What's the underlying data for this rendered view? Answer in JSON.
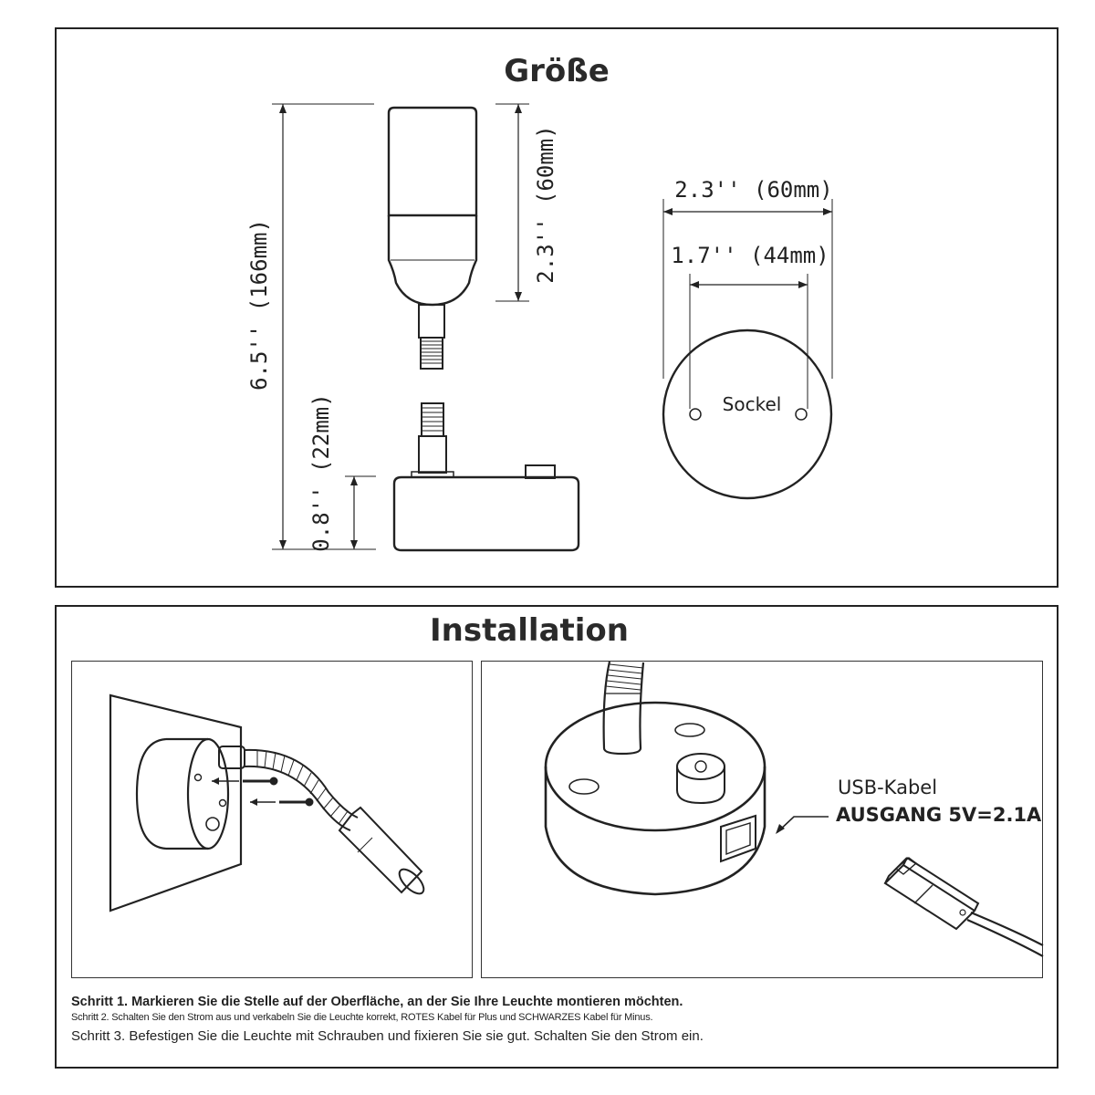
{
  "size_section": {
    "title": "Größe",
    "total_height": "6.5'' (166mm)",
    "head_height": "2.3'' (60mm)",
    "base_height": "0.8'' (22mm)",
    "base_diameter": "2.3'' (60mm)",
    "hole_spacing": "1.7'' (44mm)",
    "base_label": "Sockel"
  },
  "install_section": {
    "title": "Installation",
    "usb_label": "USB-Kabel",
    "usb_output": "AUSGANG 5V=2.1A"
  },
  "steps": {
    "step1": "Schritt 1. Markieren Sie die Stelle auf der Oberfläche, an der Sie Ihre Leuchte montieren möchten.",
    "step2": "Schritt 2. Schalten Sie den Strom aus und verkabeln Sie die Leuchte korrekt, ROTES Kabel für Plus und SCHWARZES Kabel für Minus.",
    "step3": "Schritt 3. Befestigen Sie die Leuchte mit Schrauben und fixieren Sie sie gut. Schalten Sie den Strom ein."
  },
  "colors": {
    "line": "#222222",
    "background": "#ffffff"
  }
}
